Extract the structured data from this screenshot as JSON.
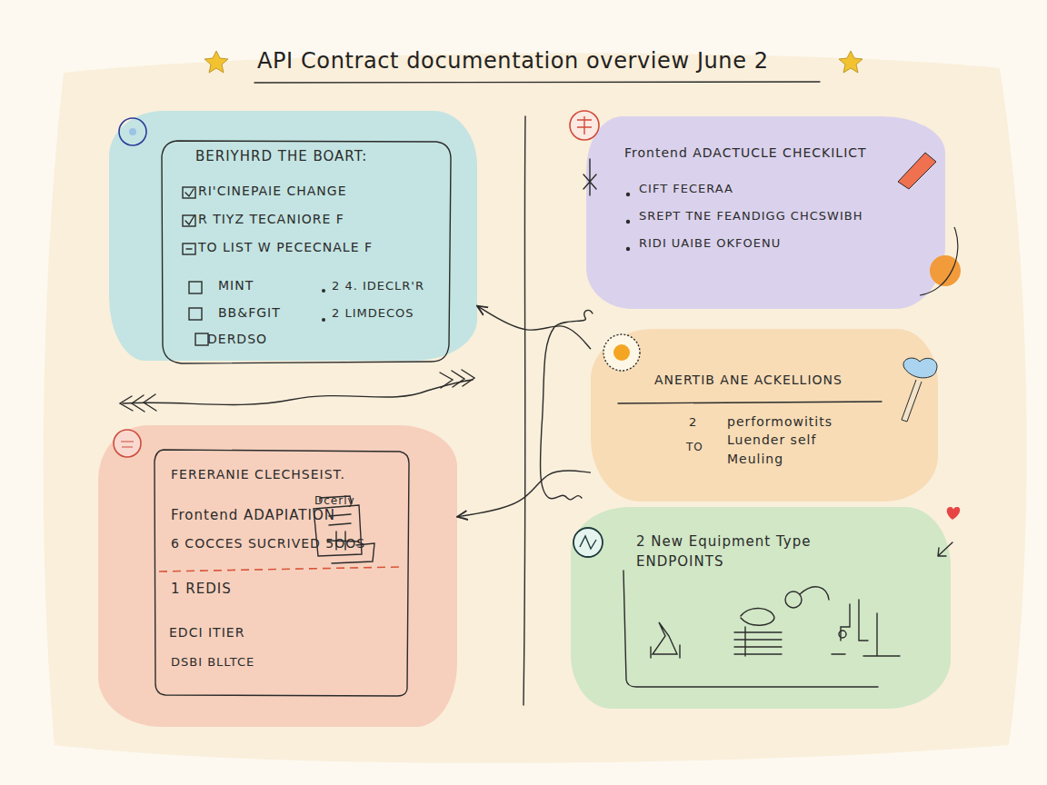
{
  "diagram": {
    "title": "API Contract documentation overview June 2",
    "nodes": [
      {
        "text": [
          "BERIYHRD THE BOART:",
          "RI'CINEPAIE CHANGE",
          "R TIYZ TECANIORE F",
          "TO LIST W PECECNALE F",
          "MINT",
          "BB&FGIT",
          "DERDSO",
          "2 4. IDECLR'R",
          "2 LIMDECOS"
        ]
      },
      {
        "text": [
          "Frontend ADACTUCLE CHECKILICT",
          "CIFT FECERAA",
          "SREPT TNE FEANDIGG CHCSWIBH",
          "RIDI UAIBE OKFOENU"
        ]
      },
      {
        "text": [
          "ANERTIB ANE ACKELLIONS",
          "2",
          "TO",
          "performowitits Luender self Meuling"
        ]
      },
      {
        "text": [
          "FERERANIE CLECHSEIST.",
          "Frontend ADAPIATION",
          "6 COCCES SUCRIVED 5OOS",
          "1 REDIS",
          "EDCI ITIER",
          "DSBI BLLTCE",
          "Dcerly"
        ]
      },
      {
        "text": [
          "2 New Equipment Type ENDPOINTS"
        ]
      }
    ],
    "edges": [
      {
        "from": 2,
        "to": 0,
        "arrow": "to"
      },
      {
        "from": 2,
        "to": 3,
        "arrow": "to"
      }
    ]
  }
}
